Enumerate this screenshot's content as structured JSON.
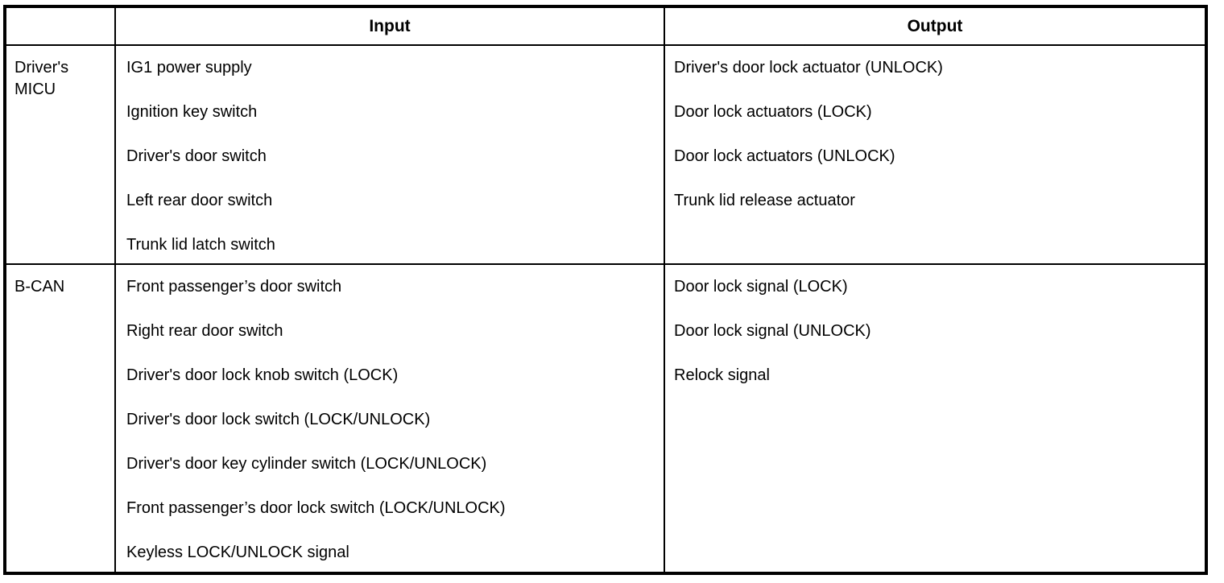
{
  "table": {
    "headers": {
      "corner": "",
      "input": "Input",
      "output": "Output"
    },
    "sections": [
      {
        "label": "Driver's\nMICU",
        "inputs": [
          "IG1 power supply",
          "Ignition key switch",
          "Driver's door switch",
          "Left rear door switch",
          "Trunk lid latch switch"
        ],
        "outputs": [
          "Driver's door lock actuator (UNLOCK)",
          "Door lock actuators (LOCK)",
          "Door lock actuators (UNLOCK)",
          "Trunk lid release actuator"
        ]
      },
      {
        "label": "B-CAN",
        "inputs": [
          "Front passenger’s door switch",
          "Right rear door switch",
          "Driver's door lock knob switch (LOCK)",
          "Driver's door lock switch (LOCK/UNLOCK)",
          "Driver's door key cylinder switch (LOCK/UNLOCK)",
          "Front passenger’s door lock switch (LOCK/UNLOCK)",
          "Keyless LOCK/UNLOCK signal"
        ],
        "outputs": [
          "Door lock signal (LOCK)",
          "Door lock signal (UNLOCK)",
          "Relock signal"
        ]
      }
    ]
  },
  "colors": {
    "border": "#000000",
    "text": "#000000",
    "background": "#ffffff"
  }
}
